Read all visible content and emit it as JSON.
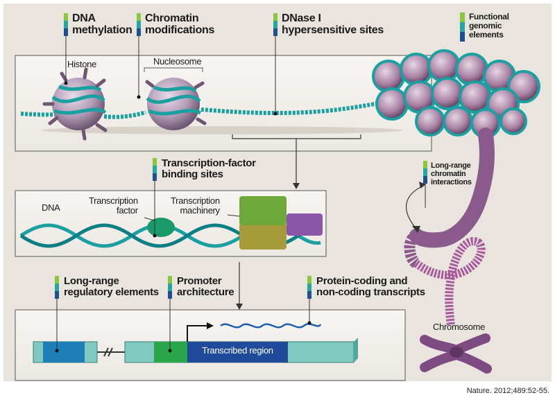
{
  "labels": {
    "dna_methylation": "DNA\nmethylation",
    "chromatin_modifications": "Chromatin\nmodifications",
    "dnase_sites": "DNase I\nhypersensitive sites",
    "functional_elements": "Functional\ngenomic\nelements",
    "histone": "Histone",
    "nucleosome": "Nucleosome",
    "tf_binding": "Transcription-factor\nbinding sites",
    "dna": "DNA",
    "transcription_factor": "Transcription\nfactor",
    "transcription_machinery": "Transcription\nmachinery",
    "long_range_interactions": "Long-range\nchromatin\ninteractions",
    "long_range_regulatory": "Long-range\nregulatory elements",
    "promoter": "Promoter\narchitecture",
    "transcripts": "Protein-coding and\nnon-coding transcripts",
    "transcribed_region": "Transcribed region",
    "chromosome": "Chromosome",
    "citation": "Nature. 2012;489:52-55."
  },
  "marker_colors": [
    "#8cc63f",
    "#2aa6a0",
    "#1e4f8f"
  ],
  "colors": {
    "dna_strand": "#1aa0a0",
    "nucleosome": "#b39bb7",
    "chromatin": "#8a5a8c",
    "tf": "#1a9a6a",
    "machinery_green": "#6ea83a",
    "machinery_olive": "#a79a3a",
    "machinery_purple": "#8a56a8",
    "gene_teal": "#7fc9c0",
    "gene_blue": "#1f4b9a",
    "gene_green": "#2aa64a",
    "transcript": "#1a5fb0"
  }
}
